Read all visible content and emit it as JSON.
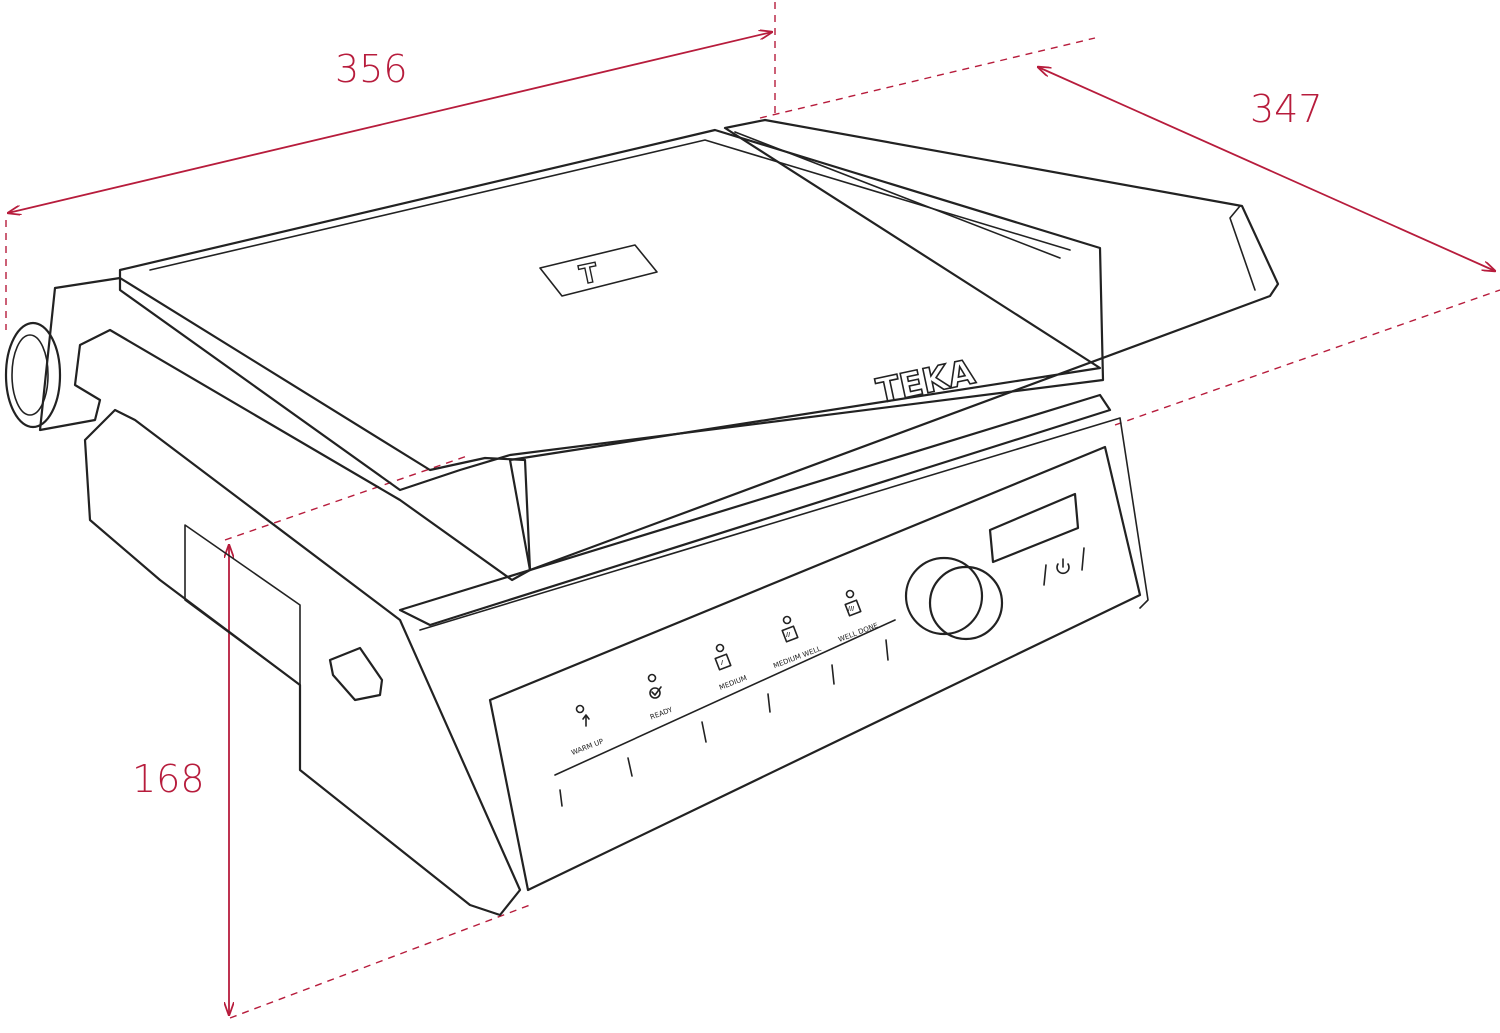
{
  "colors": {
    "dimension": "#b71c3c",
    "outline": "#222222",
    "background": "#ffffff"
  },
  "dimensions": {
    "width": "356",
    "depth": "347",
    "height": "168"
  },
  "brand": {
    "name": "TEKA"
  },
  "control_panel": {
    "indicators": [
      {
        "label": "WARM UP",
        "icon": "arrow-up-icon"
      },
      {
        "label": "READY",
        "icon": "check-circle-icon"
      },
      {
        "label": "MEDIUM",
        "icon": "level-one-icon"
      },
      {
        "label": "MEDIUM WELL",
        "icon": "level-two-icon"
      },
      {
        "label": "WELL DONE",
        "icon": "level-three-icon"
      }
    ],
    "level_marks": [
      "I",
      "II",
      "III"
    ],
    "power_icon": "power-icon",
    "knob_icon": "dial-knob-icon",
    "display_icon": "display-screen-icon"
  }
}
